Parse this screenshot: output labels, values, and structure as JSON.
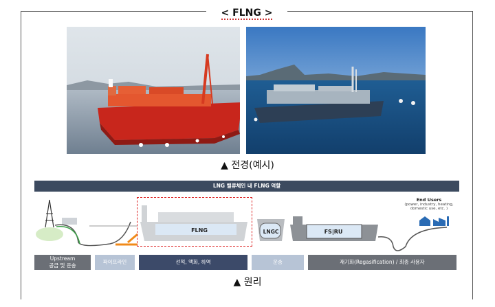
{
  "header": {
    "title": "< FLNG >"
  },
  "photos": {
    "caption": "▲ 전경(예시)"
  },
  "diagram": {
    "banner": "LNG 밸류체인 내 FLNG 역할",
    "labels": {
      "flng": "FLNG",
      "lngc": "LNGC",
      "fsru": "FS|RU",
      "end_users_title": "End Users",
      "end_users_desc": "(power, industry, heating, domestic use, etc. )"
    },
    "categories": [
      {
        "text": "Upstream\n공급 및 운송",
        "color": "#6b6f76"
      },
      {
        "text": "파이프라인",
        "color": "#b7c4d6"
      },
      {
        "text": "선적, 액화, 하역",
        "color": "#3c4a69"
      },
      {
        "text": "운송",
        "color": "#b7c4d6"
      },
      {
        "text": "재기화(Regasification) / 최종 사용자",
        "color": "#6b6f76"
      }
    ],
    "caption": "▲ 원리"
  }
}
